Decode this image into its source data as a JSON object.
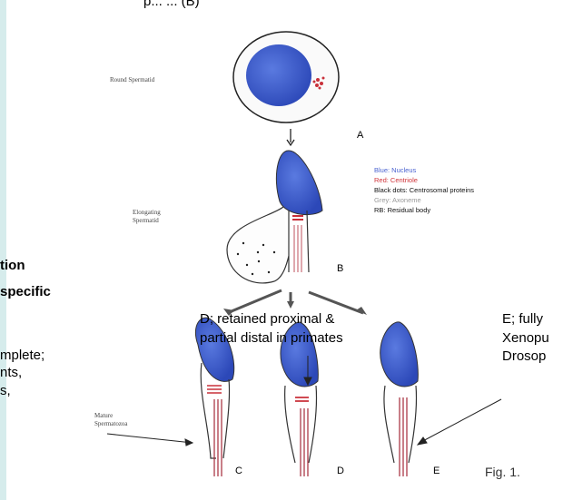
{
  "top_cut_text": "p... ... (B)",
  "cut_left": {
    "line1": "tion",
    "line2": "specific",
    "line3": "mplete;",
    "line4": "nts,",
    "line5": "s,"
  },
  "labels": {
    "round": "Round Spermatid",
    "elongating_1": "Elongating",
    "elongating_2": "Spermatid",
    "mature_1": "Mature",
    "mature_2": "Spermatozoa",
    "A": "A",
    "B": "B",
    "C": "C",
    "D": "D",
    "E": "E",
    "fig": "Fig. 1."
  },
  "legend": {
    "blue": "Blue: Nucleus",
    "red": "Red: Centriole",
    "black": "Black dots: Centrosomal proteins",
    "grey": "Grey: Axoneme",
    "rb": "RB: Residual body"
  },
  "callout_D": {
    "line1": "D; retained proximal &",
    "line2": "partial distal in primates"
  },
  "callout_E": {
    "line1": "E; fully",
    "line2": "Xenopu",
    "line3": "Drosop"
  },
  "colors": {
    "nucleus": "#3f5fcf",
    "centriole": "#c9303a",
    "legend_blue": "#4a62d0",
    "legend_red": "#d0353b",
    "legend_grey": "#999999",
    "sidebar": "#d6ecec"
  }
}
